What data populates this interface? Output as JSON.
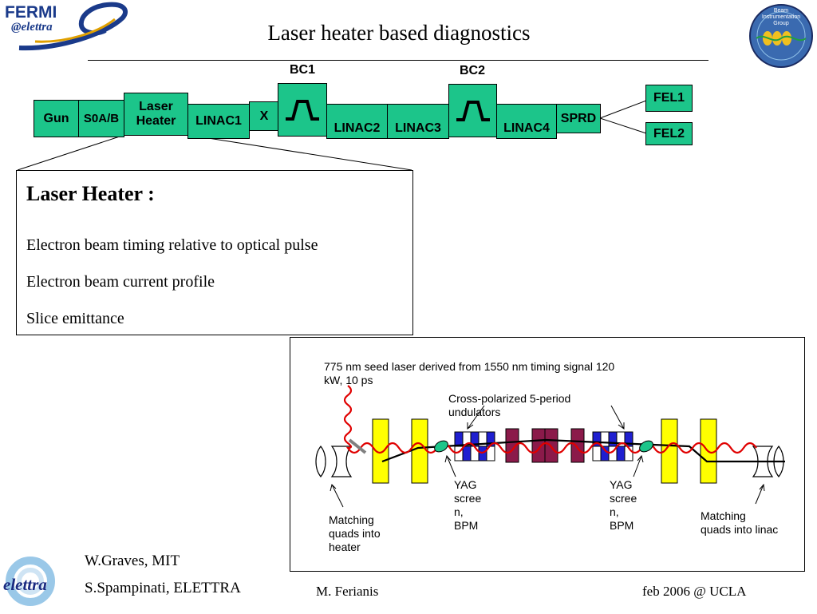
{
  "header": {
    "title": "Laser heater based diagnostics",
    "logo_left": {
      "name": "FERMI",
      "sub": "@elettra"
    },
    "logo_right": {
      "lines": [
        "Beam",
        "Instrumentation",
        "Group"
      ]
    }
  },
  "beamline": {
    "elements": [
      {
        "id": "gun",
        "label": "Gun"
      },
      {
        "id": "s0ab",
        "label": "S0A/B"
      },
      {
        "id": "laser-heater",
        "label_line1": "Laser",
        "label_line2": "Heater"
      },
      {
        "id": "linac1",
        "label": "LINAC1"
      },
      {
        "id": "x",
        "label": "X"
      },
      {
        "id": "bc1",
        "label": "BC1"
      },
      {
        "id": "linac2",
        "label": "LINAC2"
      },
      {
        "id": "linac3",
        "label": "LINAC3"
      },
      {
        "id": "bc2",
        "label": "BC2"
      },
      {
        "id": "linac4",
        "label": "LINAC4"
      },
      {
        "id": "sprd",
        "label": "SPRD"
      },
      {
        "id": "fel1",
        "label": "FEL1"
      },
      {
        "id": "fel2",
        "label": "FEL2"
      }
    ]
  },
  "laser_heater_panel": {
    "title": "Laser Heater :",
    "items": [
      "Electron beam timing relative to optical pulse",
      "Electron beam current profile",
      "Slice emittance"
    ]
  },
  "setup": {
    "seed_laser_note": "775 nm seed laser derived from 1550 nm timing signal 120 kW, 10 ps",
    "undulator_note": "Cross-polarized 5-period undulators",
    "yag_left": [
      "YAG",
      "scree",
      "n,",
      "BPM"
    ],
    "yag_right": [
      "YAG",
      "scree",
      "n,",
      "BPM"
    ],
    "match_heater": [
      "Matching",
      "quads into",
      "heater"
    ],
    "match_linac": [
      "Matching",
      "quads into linac"
    ],
    "colors": {
      "quad": "#ffff00",
      "undulator_blue": "#1f1fd0",
      "undulator_magenta": "#8b1a4a",
      "laser": "#e00000",
      "screen": "#1cc58a"
    }
  },
  "footer": {
    "authors": [
      "W.Graves, MIT",
      "S.Spampinati, ELETTRA"
    ],
    "presenter": "M. Ferianis",
    "date_venue": "feb 2006 @ UCLA",
    "logo_bottom": "elettra"
  }
}
